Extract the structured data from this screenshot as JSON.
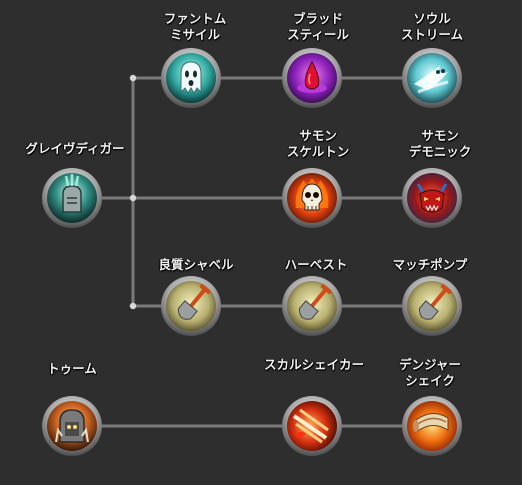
{
  "skills": {
    "grave": {
      "name": "グレイヴディガー",
      "icon": "gravestone-icon"
    },
    "phantom": {
      "line1": "ファントム",
      "line2": "ミサイル",
      "icon": "ghost-icon"
    },
    "blood": {
      "line1": "ブラッド",
      "line2": "スティール",
      "icon": "blood-drop-icon"
    },
    "soul": {
      "line1": "ソウル",
      "line2": "ストリーム",
      "icon": "soul-stream-icon"
    },
    "skeleton": {
      "line1": "サモン",
      "line2": "スケルトン",
      "icon": "flaming-skull-icon"
    },
    "demon": {
      "line1": "サモン",
      "line2": "デモニック",
      "icon": "demon-face-icon"
    },
    "shovel": {
      "name": "良質シャベル",
      "icon": "shovel-icon"
    },
    "harvest": {
      "name": "ハーベスト",
      "icon": "shovel-icon"
    },
    "match": {
      "name": "マッチポンプ",
      "icon": "shovel-icon"
    },
    "tomb": {
      "name": "トゥーム",
      "icon": "tomb-icon"
    },
    "skull_shaker": {
      "name": "スカルシェイカー",
      "icon": "fire-slash-icon"
    },
    "dengeki": {
      "line1": "デンジャー",
      "line2": "シェイク",
      "icon": "burning-log-icon"
    }
  },
  "colors": {
    "background": "#2e2e2e",
    "line": "#7a7a7a",
    "label": "#f2f2f2"
  }
}
